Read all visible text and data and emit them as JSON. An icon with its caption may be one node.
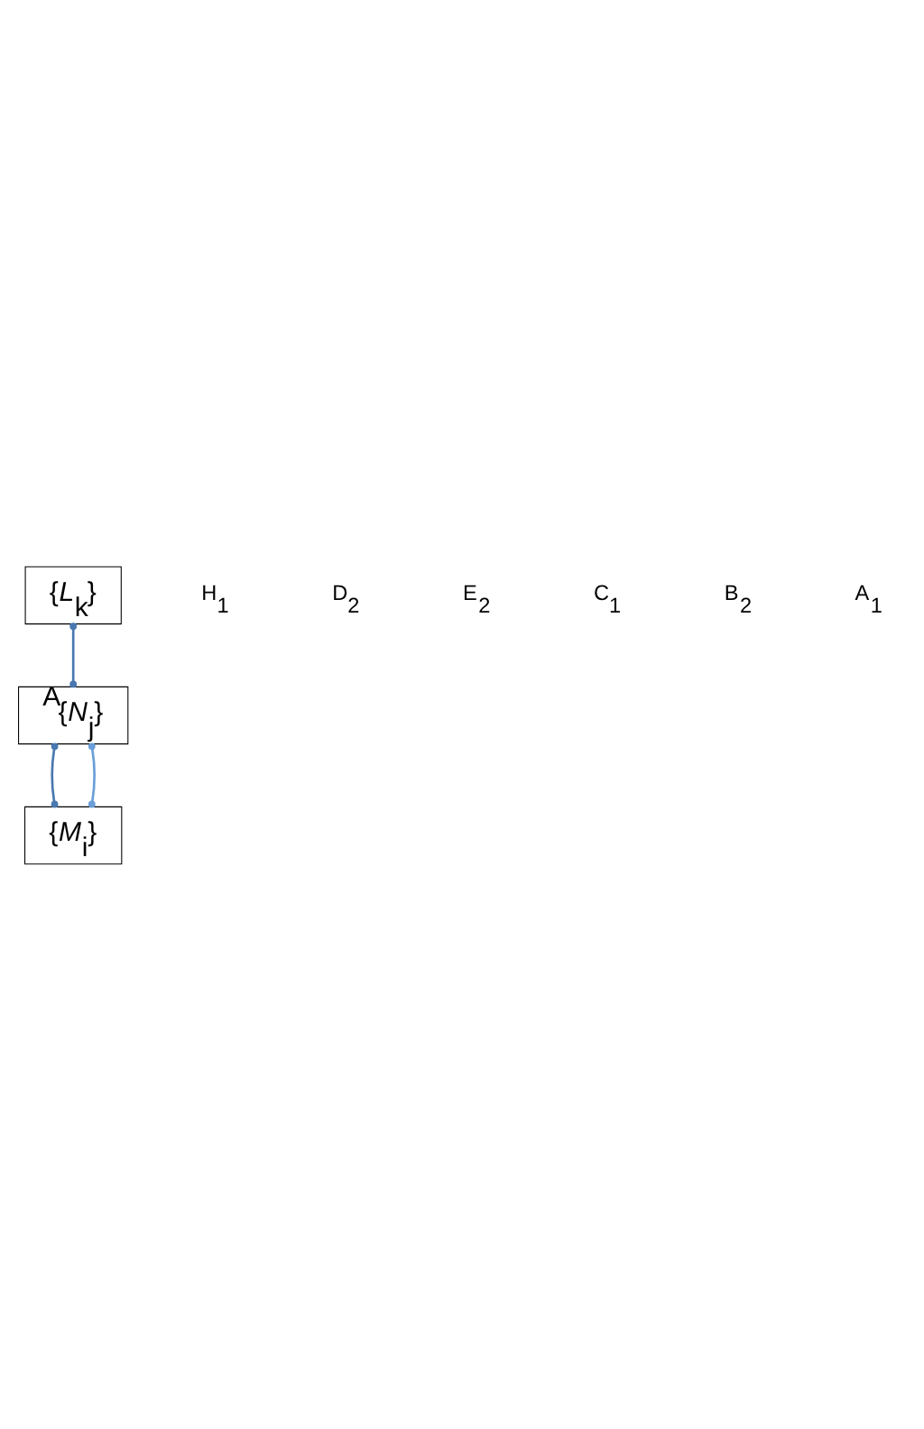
{
  "diagram": {
    "nodes": [
      {
        "text": [
          "{*L*$_{k}$}"
        ]
      },
      {
        "text": [
          "$^{A}${*N*$_{j}$}"
        ]
      },
      {
        "text": [
          "{*M*$_{i}$}"
        ]
      }
    ],
    "edges": [
      {
        "from": 0,
        "to": 1,
        "arrow": "other"
      },
      {
        "from": 1,
        "to": 2,
        "arrow": "other"
      },
      {
        "from": 1,
        "to": 2,
        "arrow": "other",
        "color": "#6a9fd8"
      }
    ],
    "labels": [
      "H$_{1}$",
      "D$_{2}$",
      "E$_{2}$",
      "C$_{1}$",
      "B$_{2}$",
      "A$_{1}$"
    ]
  }
}
